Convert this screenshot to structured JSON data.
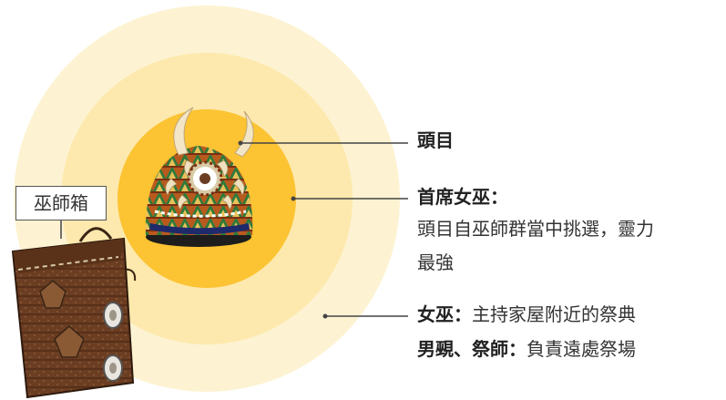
{
  "colors": {
    "outer_ring": "#fdf3d2",
    "middle_ring": "#fde9ad",
    "inner_ring": "#fcc333",
    "leader_line": "#444444"
  },
  "icons": {
    "headdress": "shaman-headdress-icon",
    "box": "shaman-box-icon"
  },
  "levels": [
    {
      "title": "頭目",
      "description": ""
    },
    {
      "title": "首席女巫：",
      "description_line1": "頭目自巫師群當中挑選，靈力",
      "description_line2": "最強"
    },
    {
      "title": "女巫：",
      "description": "主持家屋附近的祭典"
    },
    {
      "title": "男覡、祭師：",
      "description": "負責遠處祭場"
    }
  ],
  "box_label": "巫師箱"
}
